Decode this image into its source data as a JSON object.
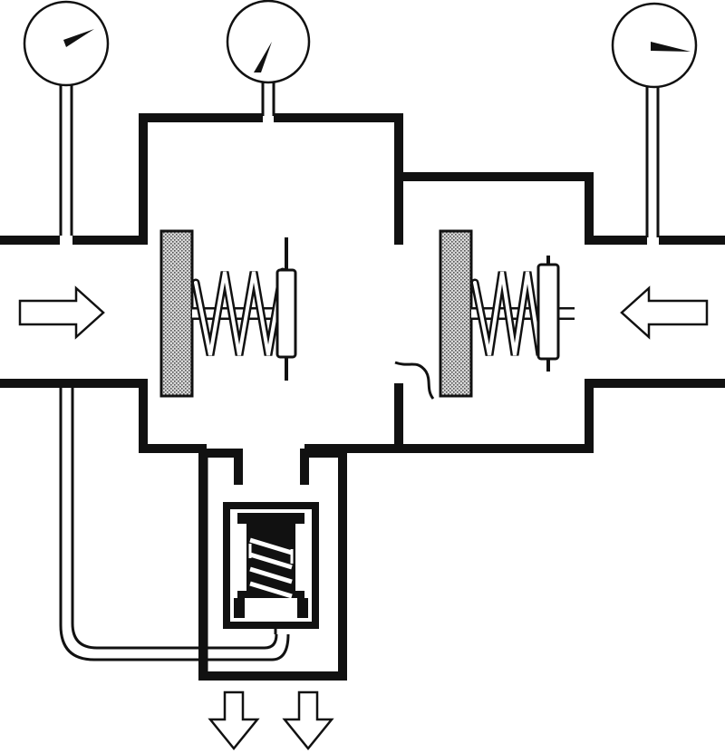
{
  "diagram": {
    "kind": "double check valve backflow preventer with relief valve (schematic)",
    "colors": {
      "line": "#111111",
      "background": "#ffffff",
      "stipple": "#8a8a8a"
    },
    "gauges": [
      {
        "id": "inlet-gauge",
        "needle_direction": "up-right"
      },
      {
        "id": "zone-gauge",
        "needle_direction": "up-right"
      },
      {
        "id": "outlet-gauge",
        "needle_direction": "right"
      }
    ],
    "arrows": [
      {
        "id": "inlet-flow",
        "direction": "right"
      },
      {
        "id": "outlet-flow",
        "direction": "left"
      },
      {
        "id": "relief-discharge-1",
        "direction": "down"
      },
      {
        "id": "relief-discharge-2",
        "direction": "down"
      }
    ],
    "icons": [
      "pressure-gauge-icon",
      "flow-arrow-icon",
      "spring-icon",
      "check-disc-icon"
    ]
  }
}
